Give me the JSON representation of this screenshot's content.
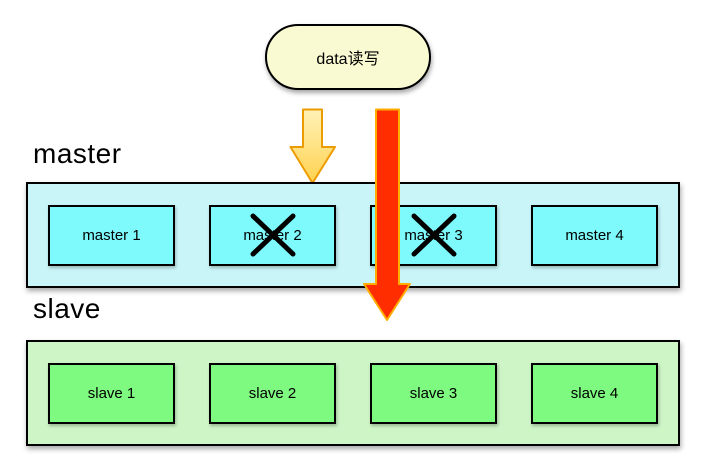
{
  "source": {
    "label": "data读写"
  },
  "master": {
    "label": "master",
    "nodes": [
      {
        "label": "master 1",
        "crossed": false
      },
      {
        "label": "master 2",
        "crossed": true
      },
      {
        "label": "master 3",
        "crossed": true
      },
      {
        "label": "master 4",
        "crossed": false
      }
    ]
  },
  "slave": {
    "label": "slave",
    "nodes": [
      {
        "label": "slave 1"
      },
      {
        "label": "slave 2"
      },
      {
        "label": "slave 3"
      },
      {
        "label": "slave 4"
      }
    ]
  },
  "colors": {
    "source_fill": "#FAFAD2",
    "master_container_fill": "#C9F5F8",
    "master_node_fill": "#7FFAFC",
    "slave_container_fill": "#CDF5C6",
    "slave_node_fill": "#7FFA80",
    "yellow_arrow_fill_top": "#FFF2B8",
    "yellow_arrow_fill_bottom": "#FFD24F",
    "yellow_arrow_border": "#ED9C00",
    "red_arrow_fill": "#FF2D00",
    "red_arrow_border": "#FFAE00",
    "outline": "#000000"
  }
}
